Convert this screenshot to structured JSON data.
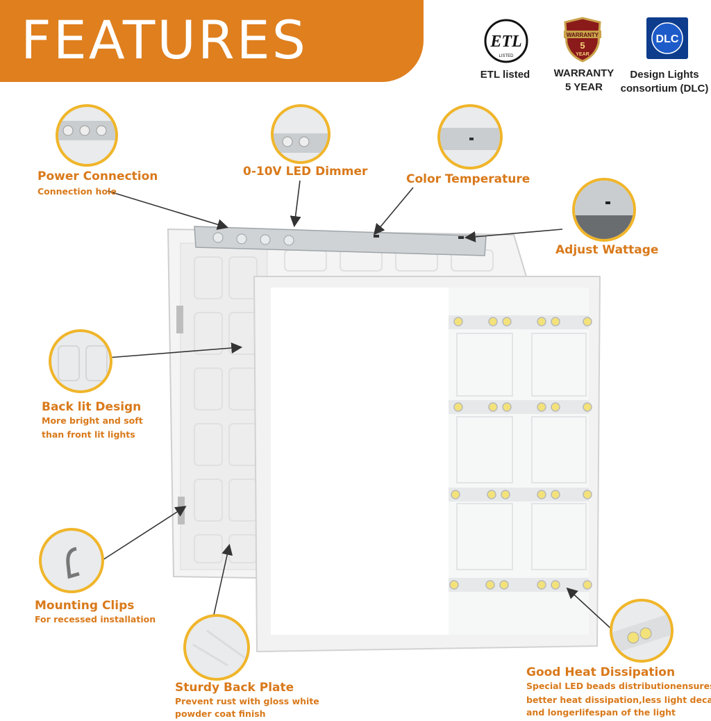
{
  "banner": {
    "title": "FEATURES"
  },
  "certs": [
    {
      "label": "ETL listed",
      "icon": "etl-logo-icon"
    },
    {
      "label": "WARRANTY\n5 YEAR",
      "icon": "warranty-shield-icon",
      "badge_top": "WARRANTY",
      "badge_num": "5",
      "badge_bottom": "YEAR"
    },
    {
      "label": "Design Lights\nconsortium (DLC)",
      "icon": "dlc-logo-icon",
      "badge": "DLC"
    }
  ],
  "etl_badge": {
    "text": "ETL",
    "small": "LISTED"
  },
  "features": {
    "power": {
      "title": "Power Connection",
      "desc": "Connection hole"
    },
    "dimmer": {
      "title": "0-10V LED Dimmer"
    },
    "color": {
      "title": "Color Temperature"
    },
    "wattage": {
      "title": "Adjust Wattage"
    },
    "backlit": {
      "title": "Back lit Design",
      "desc1": "More bright and soft",
      "desc2": "than front lit lights"
    },
    "clips": {
      "title": "Mounting Clips",
      "desc": "For recessed installation"
    },
    "plate": {
      "title": "Sturdy Back Plate",
      "desc1": "Prevent rust with gloss white",
      "desc2": "powder coat finish"
    },
    "heat": {
      "title": "Good Heat Dissipation",
      "desc1": "Special LED beads distributionensures",
      "desc2": "better heat dissipation,less light decay",
      "desc3": "and longerlifespan of the light"
    }
  },
  "colors": {
    "accent": "#df7f1e",
    "ring": "#f0b52a",
    "text_orange": "#d9791a"
  }
}
